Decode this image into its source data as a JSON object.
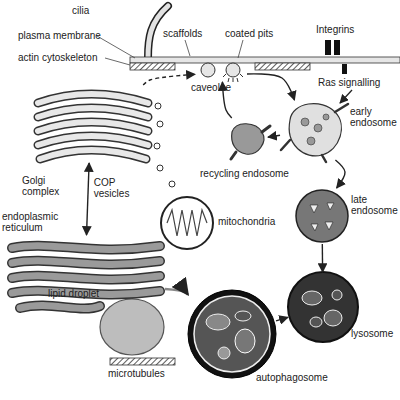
{
  "diagram": {
    "nodes": [
      {
        "text": [
          "caveolae"
        ]
      },
      {
        "text": [
          "early endosome"
        ]
      },
      {
        "text": [
          "Golgi complex"
        ]
      },
      {
        "text": [
          "recycling endosome"
        ]
      },
      {
        "text": [
          "late endosome"
        ]
      },
      {
        "text": [
          "endoplasmic reticulum"
        ]
      },
      {
        "text": [
          "mitochondria"
        ]
      },
      {
        "text": [
          "lipid droplet"
        ]
      },
      {
        "text": [
          "lysosome"
        ]
      },
      {
        "text": [
          "autophagosome"
        ]
      }
    ],
    "edges": [
      {
        "from": 0,
        "to": 1,
        "arrow": "to"
      },
      {
        "from": 1,
        "to": 3,
        "arrow": "to"
      },
      {
        "from": 3,
        "to": 0,
        "arrow": "to"
      },
      {
        "from": 1,
        "to": 4,
        "arrow": "to"
      },
      {
        "from": 4,
        "to": 8,
        "arrow": "to"
      },
      {
        "from": 9,
        "to": 8,
        "arrow": "to"
      },
      {
        "from": 2,
        "to": 0,
        "arrow": "to"
      },
      {
        "from": 2,
        "to": 5,
        "label": "COP vesicles",
        "arrow": "both"
      },
      {
        "from": 5,
        "to": 9,
        "arrow": "to"
      }
    ],
    "labels": [
      "cilia",
      "scaffolds",
      "coated pits",
      "Integrins",
      "plasma membrane",
      "actin cytoskeleton",
      "Ras signalling",
      "microtubules"
    ]
  }
}
